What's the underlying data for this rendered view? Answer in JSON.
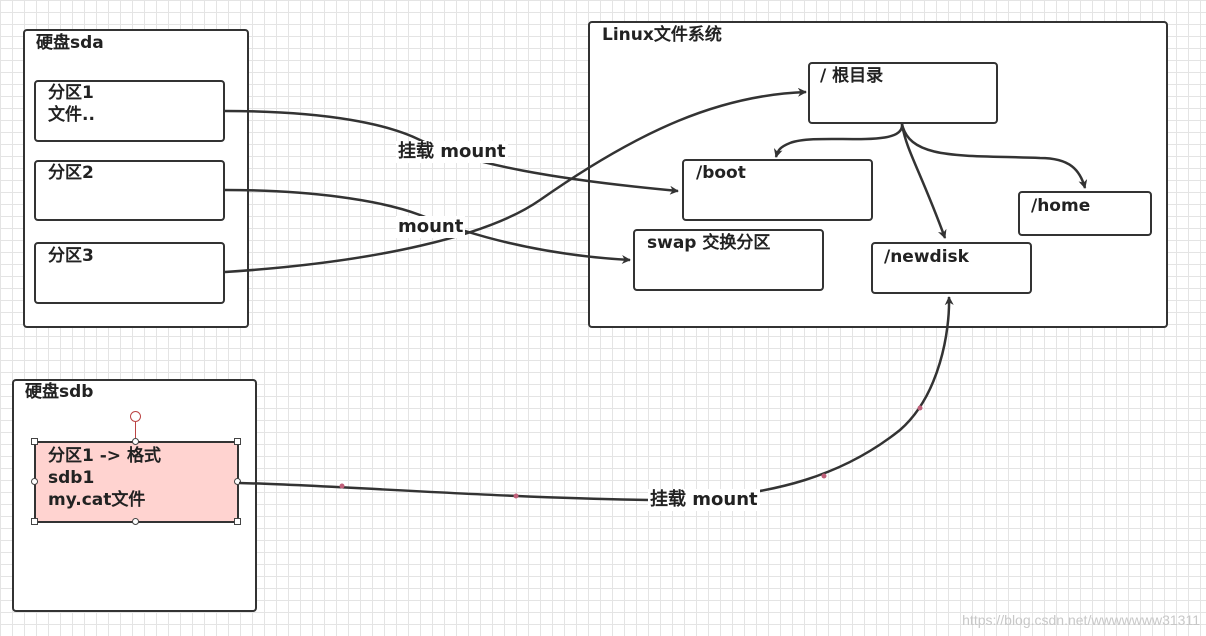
{
  "groups": {
    "sda_title": "硬盘sda",
    "linux_title": "Linux文件系统",
    "sdb_title": "硬盘sdb"
  },
  "nodes": {
    "sda_p1": "分区1\n文件..",
    "sda_p2": "分区2",
    "sda_p3": "分区3",
    "root": "/ 根目录",
    "boot": "/boot",
    "swap": "swap 交换分区",
    "newdisk": "/newdisk",
    "home": "/home",
    "sdb_p1": "分区1 -> 格式\nsdb1\nmy.cat文件"
  },
  "edge_labels": {
    "mount1": "挂载 mount",
    "mount2": "mount",
    "mount3": "挂载 mount"
  },
  "watermark": "https://blog.csdn.net/wwwwwww31311",
  "colors": {
    "stroke": "#333333",
    "selected_fill": "#ffd3d0",
    "waypoint": "#c0607a"
  }
}
